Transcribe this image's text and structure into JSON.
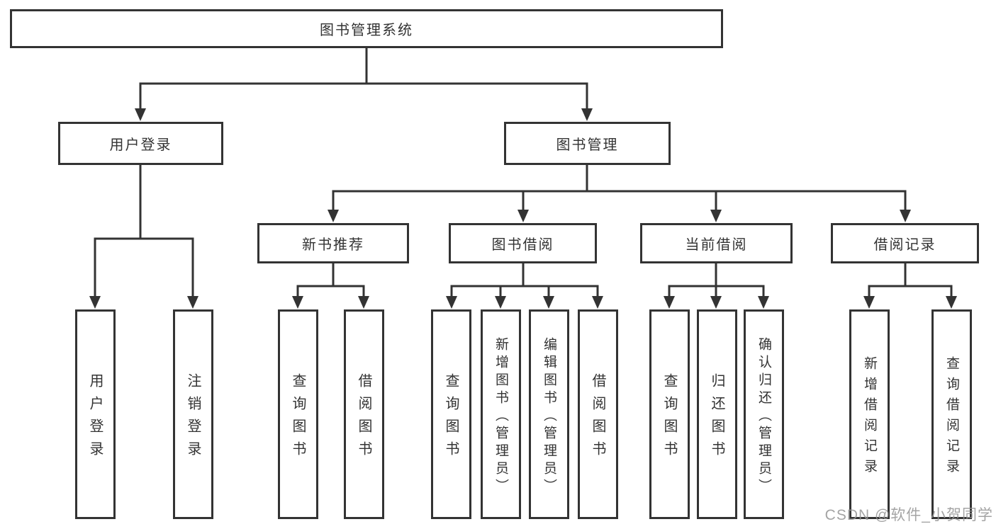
{
  "tree": {
    "root": {
      "label": "图书管理系统"
    },
    "level1": [
      {
        "label": "用户登录",
        "children": [
          {
            "label": "用户登录"
          },
          {
            "label": "注销登录"
          }
        ]
      },
      {
        "label": "图书管理",
        "children": [
          {
            "label": "新书推荐",
            "children": [
              {
                "label": "查询图书"
              },
              {
                "label": "借阅图书"
              }
            ]
          },
          {
            "label": "图书借阅",
            "children": [
              {
                "label": "查询图书"
              },
              {
                "label": "新增图书（管理员）"
              },
              {
                "label": "编辑图书（管理员）"
              },
              {
                "label": "借阅图书"
              }
            ]
          },
          {
            "label": "当前借阅",
            "children": [
              {
                "label": "查询图书"
              },
              {
                "label": "归还图书"
              },
              {
                "label": "确认归还（管理员）"
              }
            ]
          },
          {
            "label": "借阅记录",
            "children": [
              {
                "label": "新增借阅记录"
              },
              {
                "label": "查询借阅记录"
              }
            ]
          }
        ]
      }
    ]
  },
  "watermark": {
    "text": "CSDN @软件_小贺同学"
  },
  "colors": {
    "line": "#333333",
    "box_border": "#333333",
    "box_fill": "#ffffff",
    "text": "#333333",
    "watermark": "#949494"
  }
}
